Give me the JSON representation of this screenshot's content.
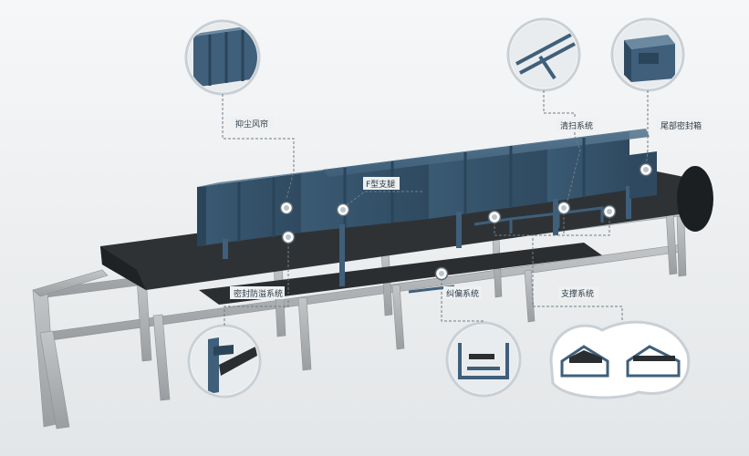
{
  "palette": {
    "background": "#eef0f1",
    "housing": "#3f5f7a",
    "housing_dark": "#2f4a60",
    "frame": "#a9adb0",
    "belt": "#2b2e30",
    "leader": "#6f7c87"
  },
  "callouts": {
    "dust_curtain": "抑尘风帘",
    "f_bracket": "F型支腿",
    "sealed_skirt": "密封防溢系统",
    "tracking": "纠偏系统",
    "cleaning": "清扫系统",
    "tail_box": "尾部密封箱",
    "support": "支撑系统"
  },
  "insets": [
    {
      "id": "dust-curtain-detail",
      "icon": "dust-curtain-icon"
    },
    {
      "id": "cleaning-detail",
      "icon": "cleaner-icon"
    },
    {
      "id": "tail-box-detail",
      "icon": "tail-box-icon"
    },
    {
      "id": "skirt-detail",
      "icon": "skirt-seal-icon"
    },
    {
      "id": "tracking-detail",
      "icon": "tracking-idler-icon"
    },
    {
      "id": "support-detail",
      "icon": "impact-bed-icon"
    }
  ]
}
